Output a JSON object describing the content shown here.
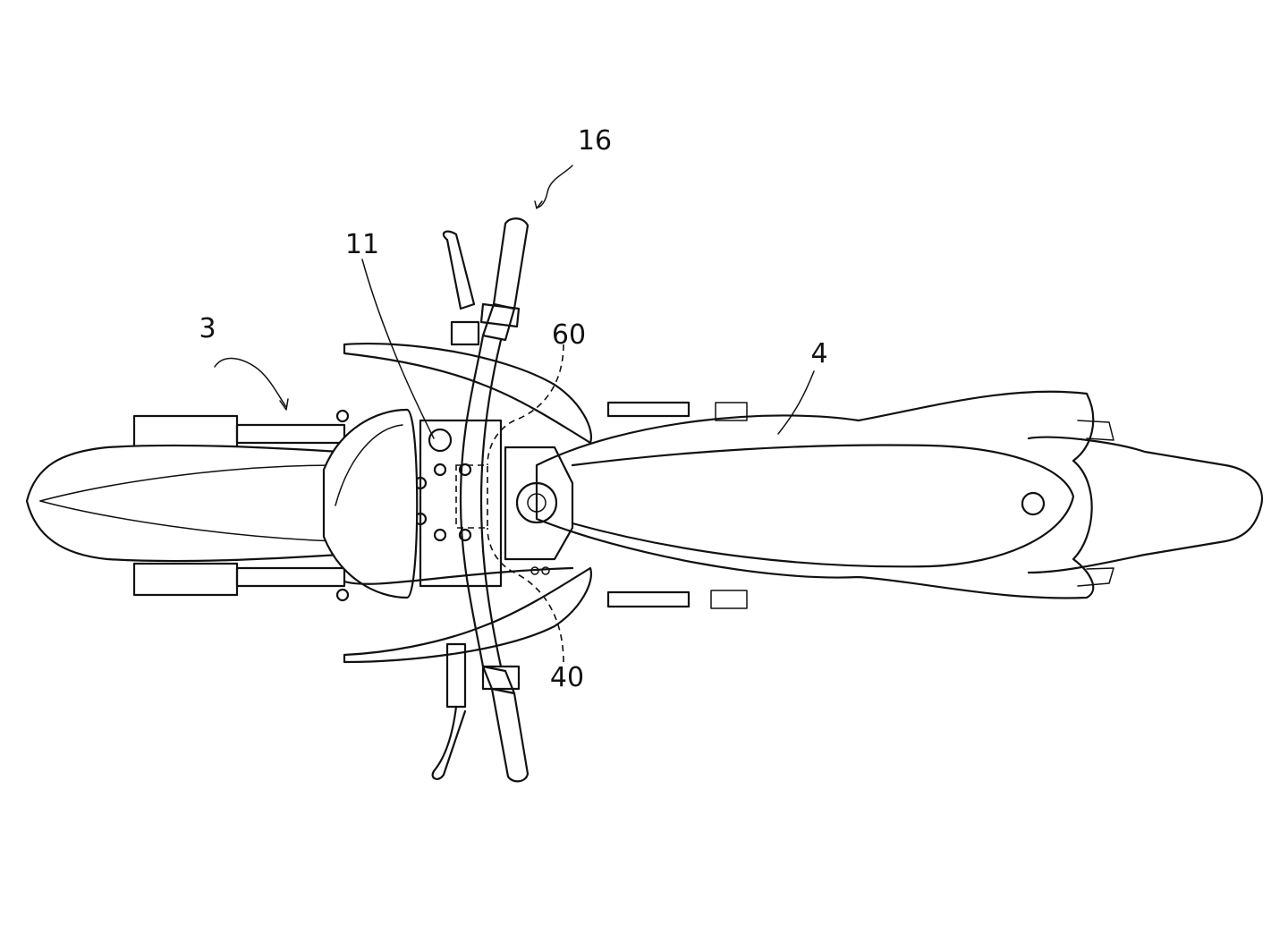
{
  "figure": {
    "reference_numerals": {
      "ref_3": "3",
      "ref_4": "4",
      "ref_11": "11",
      "ref_16": "16",
      "ref_40": "40",
      "ref_60": "60"
    },
    "line_color": "#111111",
    "background_color": "#ffffff"
  }
}
